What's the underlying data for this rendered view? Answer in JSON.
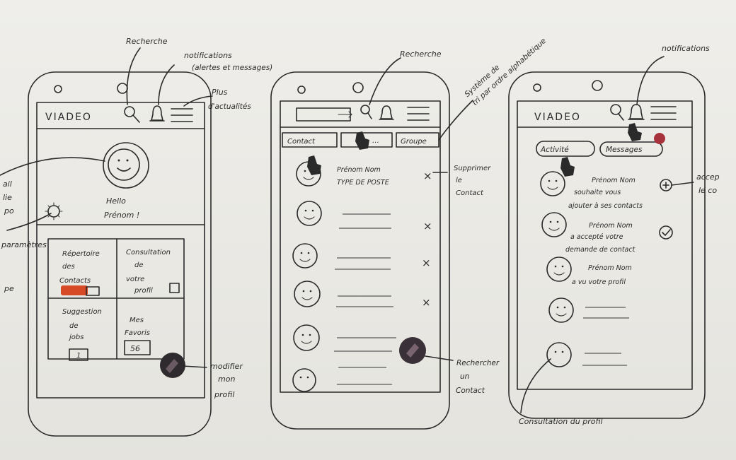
{
  "phone_home": {
    "brand": "VIADEO",
    "greeting_1": "Hello",
    "greeting_2": "Prénom !",
    "tiles": [
      {
        "line1": "Répertoire",
        "line2": "des",
        "line3": "Contacts"
      },
      {
        "line1": "Consultation",
        "line2": "de",
        "line3": "votre",
        "line4": "profil"
      },
      {
        "line1": "Suggestion",
        "line2": "de",
        "line3": "jobs",
        "count": "1"
      },
      {
        "line1": "Mes",
        "line2": "Favoris",
        "count": "56"
      }
    ]
  },
  "phone_contacts": {
    "tabs": [
      "Contact",
      "…",
      "Groupe"
    ],
    "rows": [
      {
        "name": "Prénom Nom",
        "type": "TYPE DE POSTE"
      }
    ]
  },
  "phone_activity": {
    "brand": "VIADEO",
    "tabs": [
      "Activité",
      "Messages"
    ],
    "items": [
      {
        "line1": "Prénom Nom",
        "line2": "souhaite vous",
        "line3": "ajouter à ses contacts"
      },
      {
        "line1": "Prénom Nom",
        "line2": "a accepté votre",
        "line3": "demande de contact"
      },
      {
        "line1": "Prénom Nom",
        "line2": "a vu votre profil"
      }
    ]
  },
  "annotations": {
    "search_1": "Recherche",
    "notifications_1a": "notifications",
    "notifications_1b": "(alertes et messages)",
    "more_1a": "Plus",
    "more_1b": "d'actualités",
    "left_1": "ail",
    "left_2": "lie",
    "left_3": "po",
    "settings": "paramètres",
    "left_4": "pe",
    "edit_1": "modifier",
    "edit_2": "mon",
    "edit_3": "profil",
    "search_2": "Recherche",
    "sort_1": "Système de",
    "sort_2": "tri par ordre alphabétique",
    "delete_1": "Supprimer",
    "delete_2": "le",
    "delete_3": "Contact",
    "find_1": "Rechercher",
    "find_2": "un",
    "find_3": "Contact",
    "notif_3": "notifications",
    "accept_1": "accep",
    "accept_2": "le co",
    "profile_view": "Consultation du profil"
  }
}
